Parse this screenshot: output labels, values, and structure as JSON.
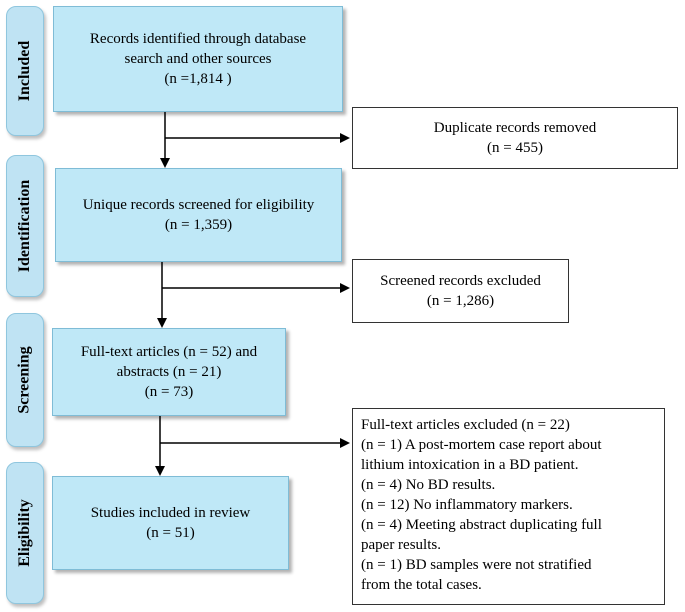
{
  "sidebar": {
    "included": "Included",
    "identification": "Identification",
    "screening": "Screening",
    "eligibility": "Eligibility"
  },
  "boxes": {
    "identified": [
      "Records identified through database",
      "search and other sources",
      "(n =1,814 )"
    ],
    "duplicates": [
      "Duplicate records removed",
      "(n = 455)"
    ],
    "unique": [
      "Unique records screened for eligibility",
      "(n = 1,359)"
    ],
    "screened_excluded": [
      "Screened records excluded",
      "(n = 1,286)"
    ],
    "fulltext": [
      "Full-text articles (n = 52) and",
      "abstracts (n = 21)",
      "(n = 73)"
    ],
    "studies": [
      "Studies included in review",
      "(n = 51)"
    ],
    "fulltext_excluded": [
      "Full-text articles excluded (n = 22)",
      "(n = 1) A post-mortem case report about",
      "lithium intoxication in a BD patient.",
      "(n = 4) No BD results.",
      "(n = 12) No inflammatory markers.",
      "(n = 4) Meeting abstract duplicating full",
      "paper results.",
      "(n = 1) BD samples were not stratified",
      "from the total cases."
    ]
  }
}
